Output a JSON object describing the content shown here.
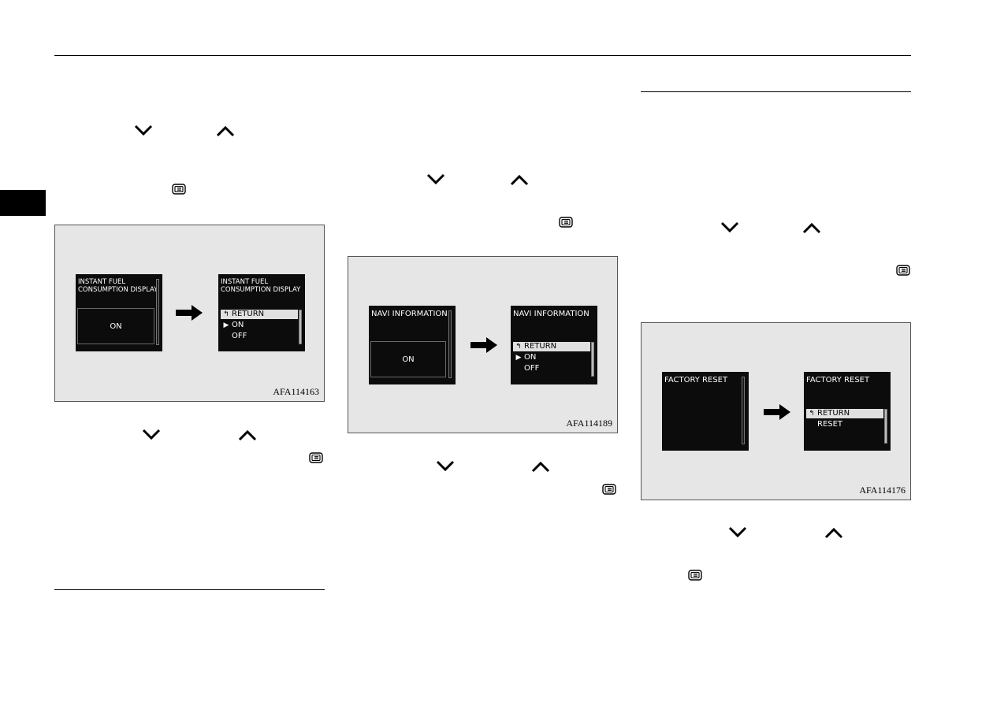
{
  "fig1": {
    "left_title": "INSTANT FUEL\nCONSUMPTION DISPLAY",
    "left_value": "ON",
    "right_title": "INSTANT FUEL\nCONSUMPTION DISPLAY",
    "menu": [
      {
        "mark": "↰",
        "label": "RETURN"
      },
      {
        "mark": "▶",
        "label": "ON"
      },
      {
        "mark": "",
        "label": "OFF"
      }
    ],
    "code": "AFA114163"
  },
  "fig2": {
    "left_title": "NAVI INFORMATION",
    "left_value": "ON",
    "right_title": "NAVI INFORMATION",
    "menu": [
      {
        "mark": "↰",
        "label": "RETURN"
      },
      {
        "mark": "▶",
        "label": "ON"
      },
      {
        "mark": "",
        "label": "OFF"
      }
    ],
    "code": "AFA114189"
  },
  "fig3": {
    "left_title": "FACTORY RESET",
    "right_title": "FACTORY RESET",
    "menu": [
      {
        "mark": "↰",
        "label": "RETURN"
      },
      {
        "mark": "",
        "label": "RESET"
      }
    ],
    "code": "AFA114176"
  },
  "icons": {
    "down": "chevron-down-icon",
    "up": "chevron-up-icon",
    "menu": "menu-button-icon"
  }
}
